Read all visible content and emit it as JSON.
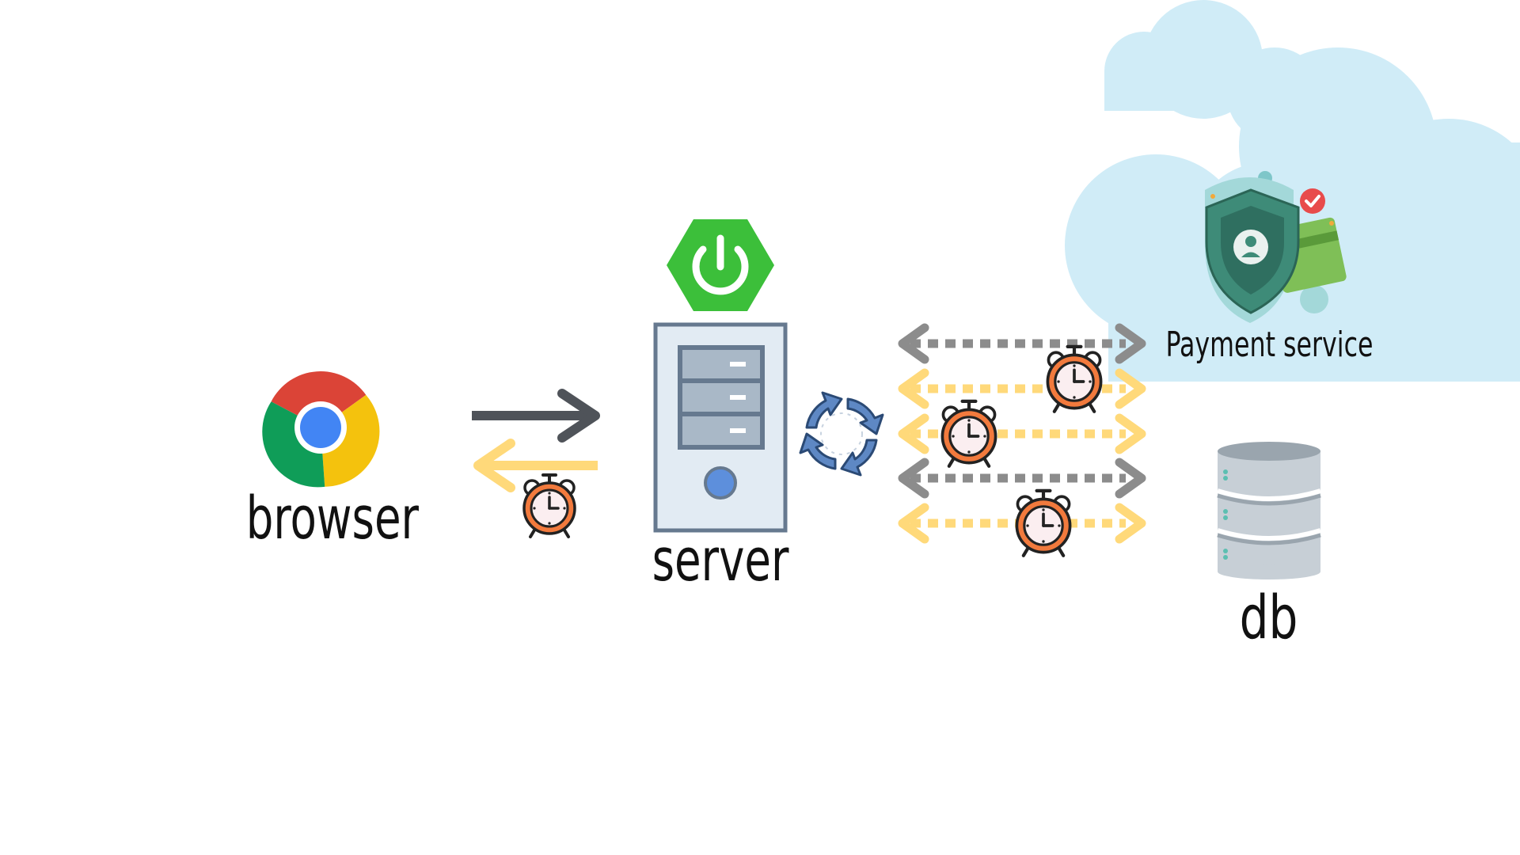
{
  "nodes": {
    "browser": {
      "label": "browser",
      "icon": "chrome-browser-icon"
    },
    "server": {
      "label": "server",
      "icon": "server-tower-icon",
      "badge_icon": "spring-boot-power-icon"
    },
    "payment_service": {
      "label": "Payment service",
      "icon": "payment-shield-card-icon"
    },
    "db": {
      "label": "db",
      "icon": "database-icon"
    }
  },
  "colors": {
    "request_arrow": "#4f5359",
    "response_arrow": "#ffd97a",
    "sync_arrow_gray": "#8c8c8c",
    "sync_arrow_yellow": "#ffd97a",
    "spring_green": "#3cbf3a",
    "server_body": "#e2ebf3",
    "server_outline": "#66798f",
    "alarm_clock": "#f27a3d",
    "cloud": "#d0ecf7"
  }
}
